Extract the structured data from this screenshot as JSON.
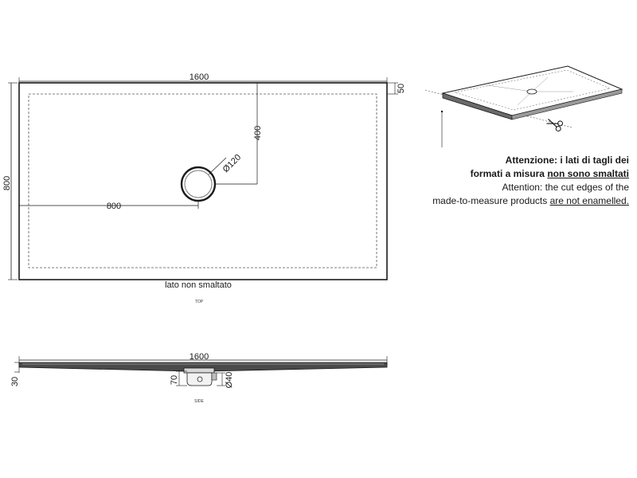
{
  "top_view": {
    "width_label": "1600",
    "depth_label": "800",
    "rim_label": "50",
    "drain_offset_y_label": "400",
    "drain_offset_x_label": "800",
    "drain_diameter_label": "Ø120",
    "edge_caption": "lato non smaltato",
    "view_caption": "TOP"
  },
  "side_view": {
    "width_label": "1600",
    "height_label": "30",
    "drain_depth_label": "70",
    "drain_outlet_label": "Ø40",
    "view_caption": "SIDE"
  },
  "note": {
    "it_bold_1": "Attenzione: i lati di tagli dei",
    "it_bold_2a": "formati a misura ",
    "it_bold_2b": "non sono smaltati",
    "en_1": "Attention: the cut edges of the",
    "en_2a": "made-to-measure products ",
    "en_2b": "are not enamelled."
  }
}
